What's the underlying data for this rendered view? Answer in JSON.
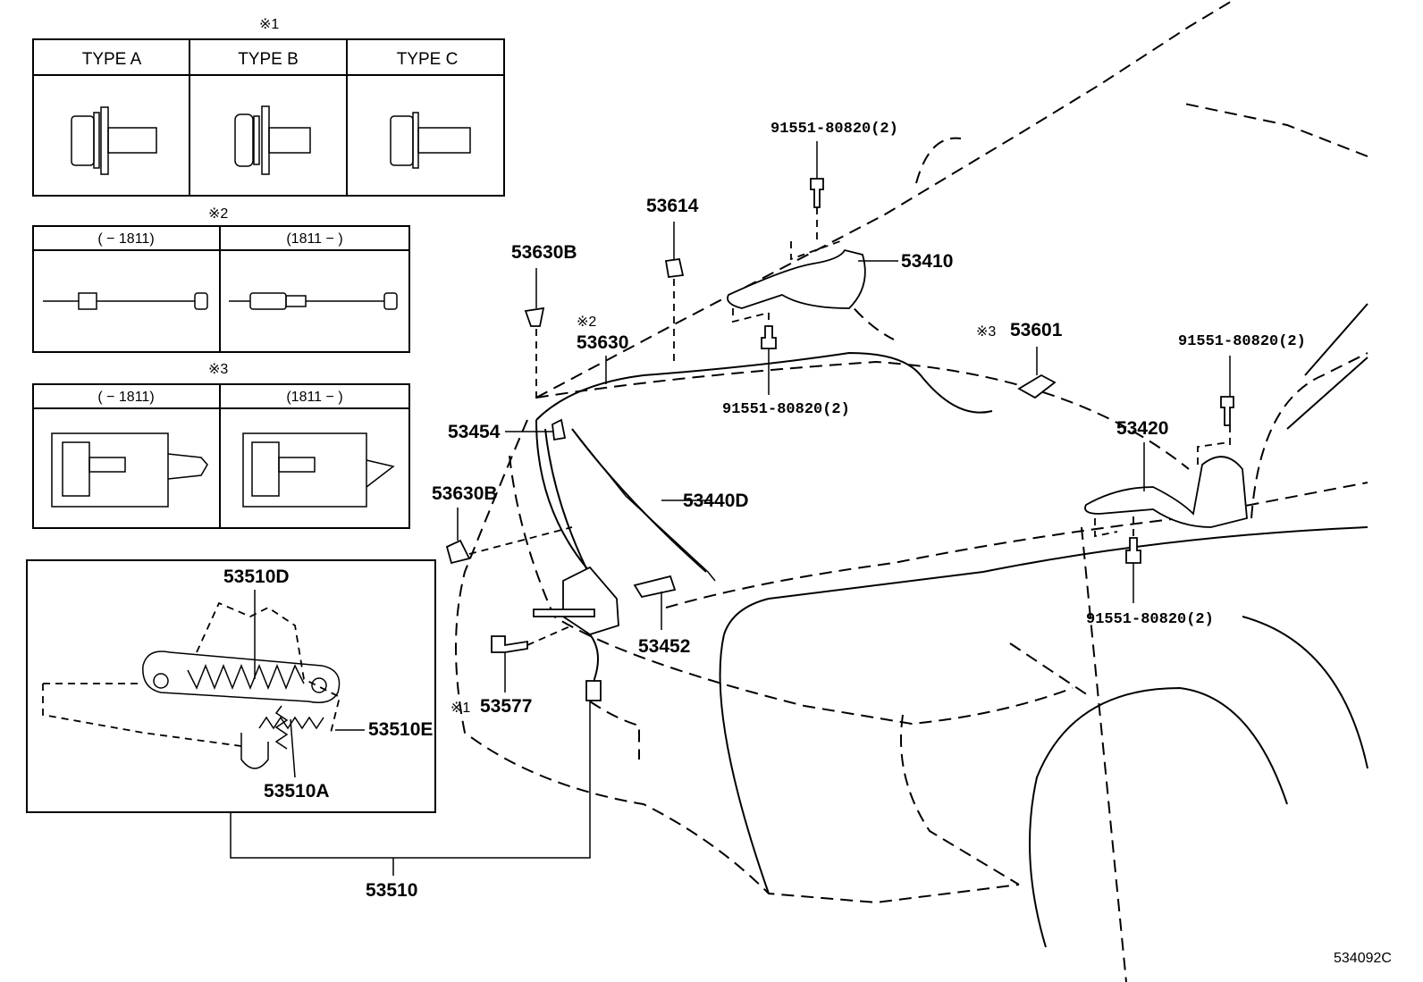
{
  "legend": {
    "note1": "※1",
    "note2": "※2",
    "note3": "※3",
    "table1": {
      "headers": [
        "TYPE A",
        "TYPE B",
        "TYPE C"
      ]
    },
    "table2": {
      "headers": [
        "(    − 1811)",
        "(1811 −    )"
      ]
    },
    "table3": {
      "headers": [
        "(    − 1811)",
        "(1811 −    )"
      ]
    }
  },
  "callouts": {
    "p53510D": "53510D",
    "p53510E": "53510E",
    "p53510A": "53510A",
    "p53510": "53510",
    "p53630B_top": "53630B",
    "p53614": "53614",
    "bolt_top": "91551-80820(2)",
    "p53410": "53410",
    "p53630_note": "※2",
    "p53630": "53630",
    "bolt_mid": "91551-80820(2)",
    "p53601_note": "※3",
    "p53601": "53601",
    "bolt_right": "91551-80820(2)",
    "p53454": "53454",
    "p53420": "53420",
    "p53630B_low": "53630B",
    "p53440D": "53440D",
    "p53452": "53452",
    "bolt_low": "91551-80820(2)",
    "p53577_note": "※1",
    "p53577": "53577"
  },
  "diagram_id": "534092C"
}
